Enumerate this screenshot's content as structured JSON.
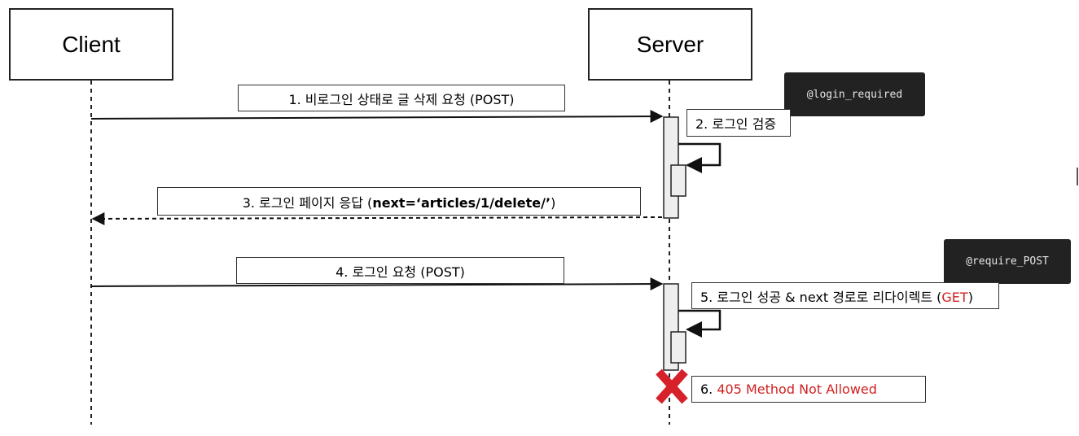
{
  "actors": {
    "client": "Client",
    "server": "Server"
  },
  "decorators": {
    "login_required": "@login_required",
    "require_post": "@require_POST"
  },
  "messages": {
    "m1": "1. 비로그인 상태로 글 삭제 요청 (POST)",
    "m2": "2. 로그인 검증",
    "m3_prefix": "3. 로그인 페이지 응답 (",
    "m3_bold": "next=‘articles/1/delete/’",
    "m3_suffix": ")",
    "m4": "4. 로그인 요청 (POST)",
    "m5_prefix": "5. 로그인 성공 & next 경로로 리다이렉트 (",
    "m5_red": "GET",
    "m5_suffix": ")",
    "m6_prefix": "6. ",
    "m6_red": "405 Method Not Allowed"
  },
  "colors": {
    "error_red": "#d21f1f",
    "cross_red": "#d6202a",
    "decorator_bg": "#222222"
  }
}
